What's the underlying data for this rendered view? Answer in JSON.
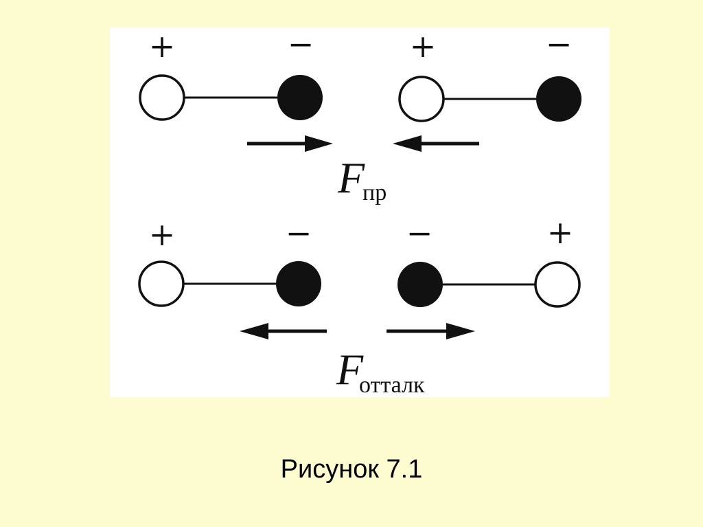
{
  "colors": {
    "slide_background": "#FDFCD0",
    "figure_background": "#FFFFFF",
    "ink": "#111111"
  },
  "figure": {
    "top_row": {
      "dipole_left": {
        "left_sign": "+",
        "right_sign": "−"
      },
      "dipole_right": {
        "left_sign": "+",
        "right_sign": "−"
      },
      "arrows": [
        "right",
        "left"
      ],
      "force_symbol": "F",
      "force_subscript": "пр"
    },
    "bottom_row": {
      "dipole_left": {
        "left_sign": "+",
        "right_sign": "−"
      },
      "dipole_right": {
        "left_sign": "−",
        "right_sign": "+"
      },
      "arrows": [
        "left",
        "right"
      ],
      "force_symbol": "F",
      "force_subscript": "отталк"
    }
  },
  "caption": "Рисунок 7.1"
}
